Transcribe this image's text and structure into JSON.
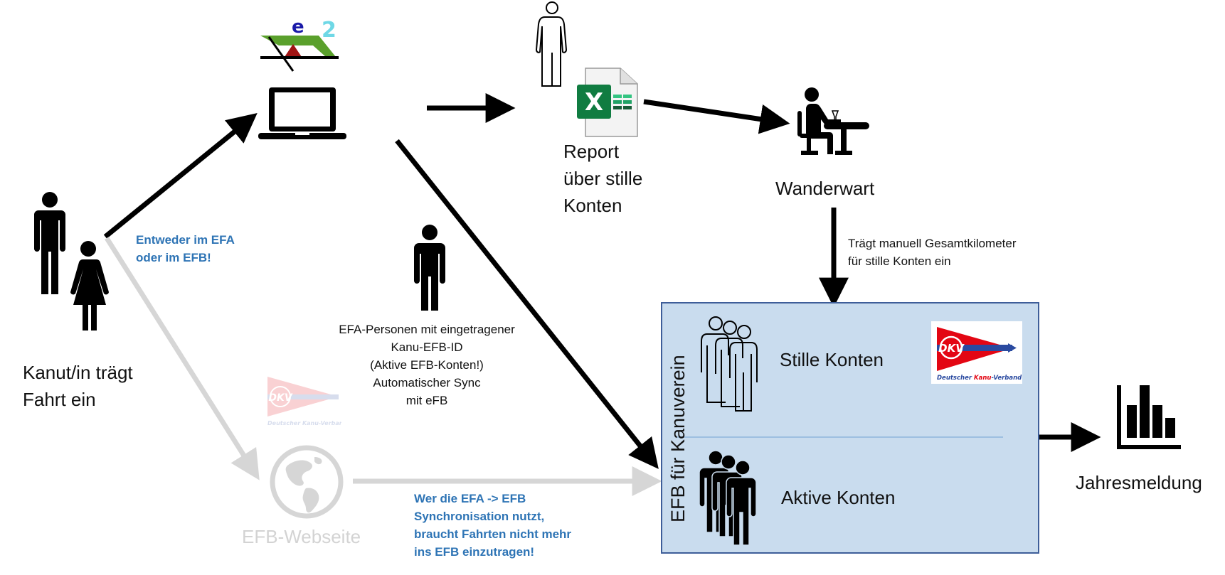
{
  "diagram": {
    "kanute": {
      "label_line1": "Kanut/in trägt",
      "label_line2": "Fahrt ein",
      "icon": "man-and-woman-icon"
    },
    "efa_software": {
      "logo_letters": [
        "e",
        "2"
      ],
      "icon": "laptop-icon"
    },
    "report": {
      "label_lines": [
        "Report",
        "über stille",
        "Konten"
      ],
      "icon": "excel-file-icon",
      "person_icon": "outline-person-icon"
    },
    "wanderwart": {
      "label": "Wanderwart",
      "icon": "person-at-desk-icon",
      "action_lines": [
        "Trägt manuell Gesamtkilometer",
        "für stille Konten ein"
      ]
    },
    "notes": {
      "either_or": [
        "Entweder im EFA",
        "oder im EFB!"
      ],
      "efa_persons": [
        "EFA-Personen mit eingetragener",
        "Kanu-EFB-ID",
        "(Aktive EFB-Konten!)",
        "Automatischer Sync",
        "mit eFB"
      ],
      "sync_hint": [
        "Wer die EFA -> EFB",
        "Synchronisation nutzt,",
        "braucht Fahrten nicht mehr",
        "ins EFB einzutragen!"
      ]
    },
    "efb_website": {
      "label": "EFB-Webseite",
      "icon": "globe-icon",
      "logo": "dkv-logo"
    },
    "efb_box": {
      "title": "EFB für Kanuverein",
      "stille_konten": "Stille Konten",
      "aktive_konten": "Aktive Konten",
      "logo_caption_a": "Deutscher ",
      "logo_caption_b": "Kanu",
      "logo_caption_c": "-Verband",
      "logo_text": "DKV"
    },
    "jahresmeldung": {
      "label": "Jahresmeldung",
      "icon": "bar-chart-icon"
    },
    "colors": {
      "note_blue": "#2e74b5",
      "box_fill": "#c9dcee",
      "box_border": "#3e5e99",
      "faded_grey": "#d3d3d3",
      "excel_green": "#107c41",
      "dkv_red": "#e30613",
      "dkv_blue": "#2a4aa0"
    }
  }
}
